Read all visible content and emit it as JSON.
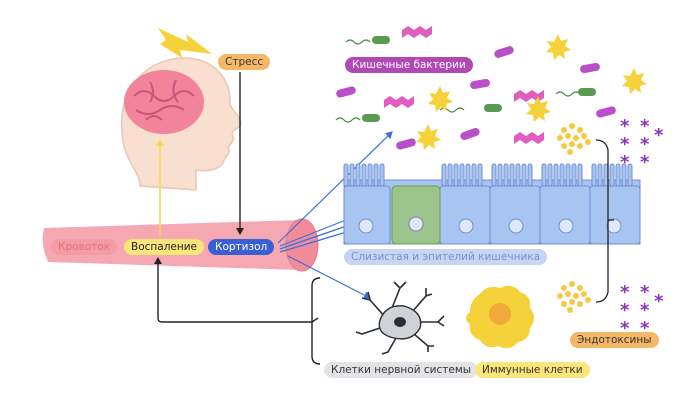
{
  "labels": {
    "stress": "Стресс",
    "gut_bacteria": "Кишечные бактерии",
    "bloodstream": "Кровоток",
    "inflammation": "Воспаление",
    "cortisol": "Кортизол",
    "mucosa_epithelium": "Слизистая и эпителий кишечника",
    "endotoxins": "Эндотоксины",
    "nervous_cells": "Клетки нервной системы",
    "immune_cells": "Иммунные клетки"
  },
  "colors": {
    "stress_bg": "#f5b866",
    "bacteria_bg": "#b049b7",
    "bloodstream_bg": "#f39ca5",
    "inflammation_bg": "#fce57a",
    "cortisol_bg": "#3a5fd4",
    "mucosa_bg": "#c5d5f3",
    "nerve_bg": "#e2e4e8",
    "arrow_blue": "#3d6fd8",
    "arrow_yellow": "#fce57a",
    "bacteria_purple": "#9b3fb0",
    "bacteria_pink": "#e05dc0",
    "bacteria_yellow": "#f6d23a",
    "bacteria_green": "#5a9a52",
    "blood_vessel": "#f6a8b2",
    "epithelium": "#a8c4f0",
    "epithelium_green": "#9bc48a"
  },
  "icons": [
    "head-icon",
    "brain-icon",
    "lightning-icon",
    "blood-vessel",
    "epithelium-cells",
    "neuron-icon",
    "immune-cell-icon",
    "bacteria-icon",
    "endotoxin-icon"
  ]
}
